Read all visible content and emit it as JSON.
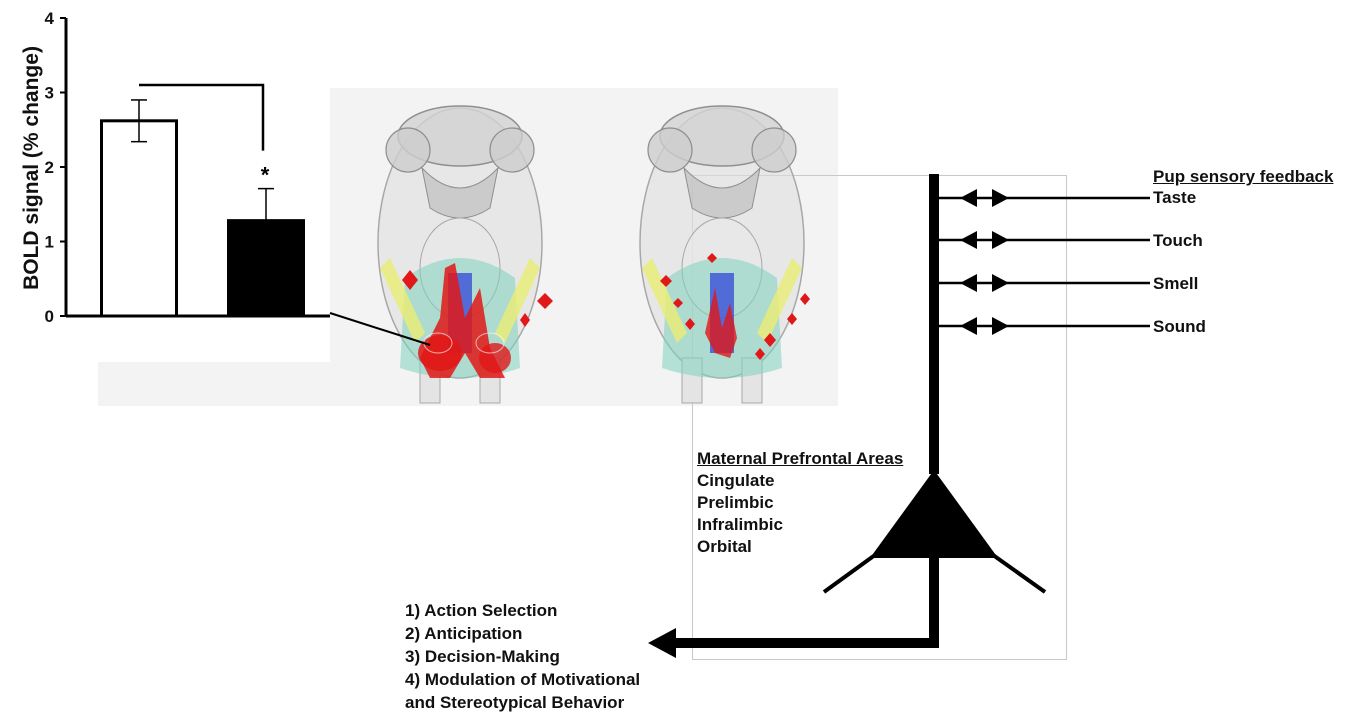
{
  "chart_data": {
    "type": "bar",
    "ylabel": "BOLD signal (% change)",
    "ylim": [
      0,
      4
    ],
    "yticks": [
      "0",
      "1",
      "2",
      "3",
      "4"
    ],
    "categories": [
      "",
      ""
    ],
    "values": [
      2.62,
      1.28
    ],
    "errors": [
      0.28,
      0.43
    ],
    "bar_colors": [
      "#ffffff",
      "#000000"
    ],
    "significance_marker": "*"
  },
  "colors": {
    "activation_red": "#e01818",
    "activation_blue": "#3a50d8",
    "region_teal": "#7fd1bd",
    "region_yellow": "#e8ec7a",
    "brain_gray": "#c8c8c8"
  },
  "sensory": {
    "title": "Pup sensory feedback",
    "items": [
      "Taste",
      "Touch",
      "Smell",
      "Sound"
    ]
  },
  "prefrontal": {
    "title": "Maternal Prefrontal Areas",
    "areas": [
      "Cingulate",
      "Prelimbic",
      "Infralimbic",
      "Orbital"
    ]
  },
  "outputs": [
    "1) Action Selection",
    "2) Anticipation",
    "3) Decision-Making",
    "4) Modulation of Motivational",
    "and Stereotypical Behavior"
  ]
}
